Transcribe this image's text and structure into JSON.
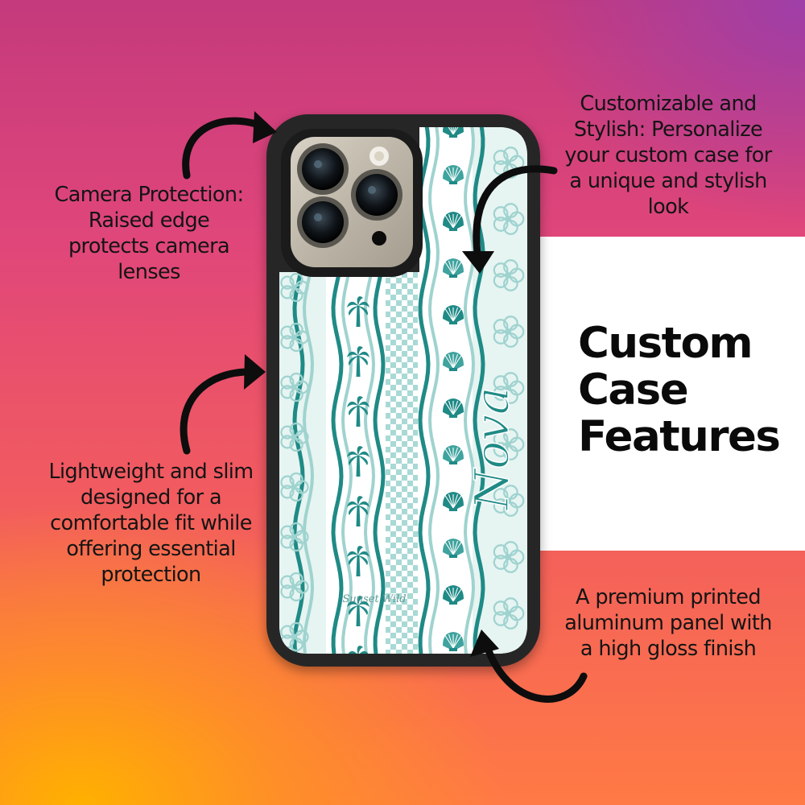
{
  "callouts": {
    "camera": {
      "lines": [
        "Camera Protection:",
        "Raised edge",
        "protects camera",
        "lenses"
      ]
    },
    "lightweight": {
      "lines": [
        "Lightweight and slim",
        "designed for a",
        "comfortable fit while",
        "offering essential",
        "protection"
      ]
    },
    "customizable": {
      "lines": [
        "Customizable and",
        "Stylish: Personalize",
        "your custom case for",
        "a unique and stylish",
        "look"
      ]
    },
    "premium": {
      "lines": [
        "A premium printed",
        "aluminum panel with",
        "a high gloss finish"
      ]
    }
  },
  "title": {
    "lines": [
      "Custom",
      "Case",
      "Features"
    ]
  },
  "phone": {
    "name_text": "Nova",
    "brand_text": "Sunset Wild"
  },
  "colors": {
    "teal": "#1f8a86",
    "light_teal": "#9fd3cf",
    "arrow": "#0d0d0d",
    "case_frame": "#262626",
    "white_panel": "#ffffff"
  },
  "icons": [
    "curved-arrow-icon",
    "palm-tree-icon",
    "seashell-icon",
    "flower-icon",
    "camera-lens-icon"
  ]
}
